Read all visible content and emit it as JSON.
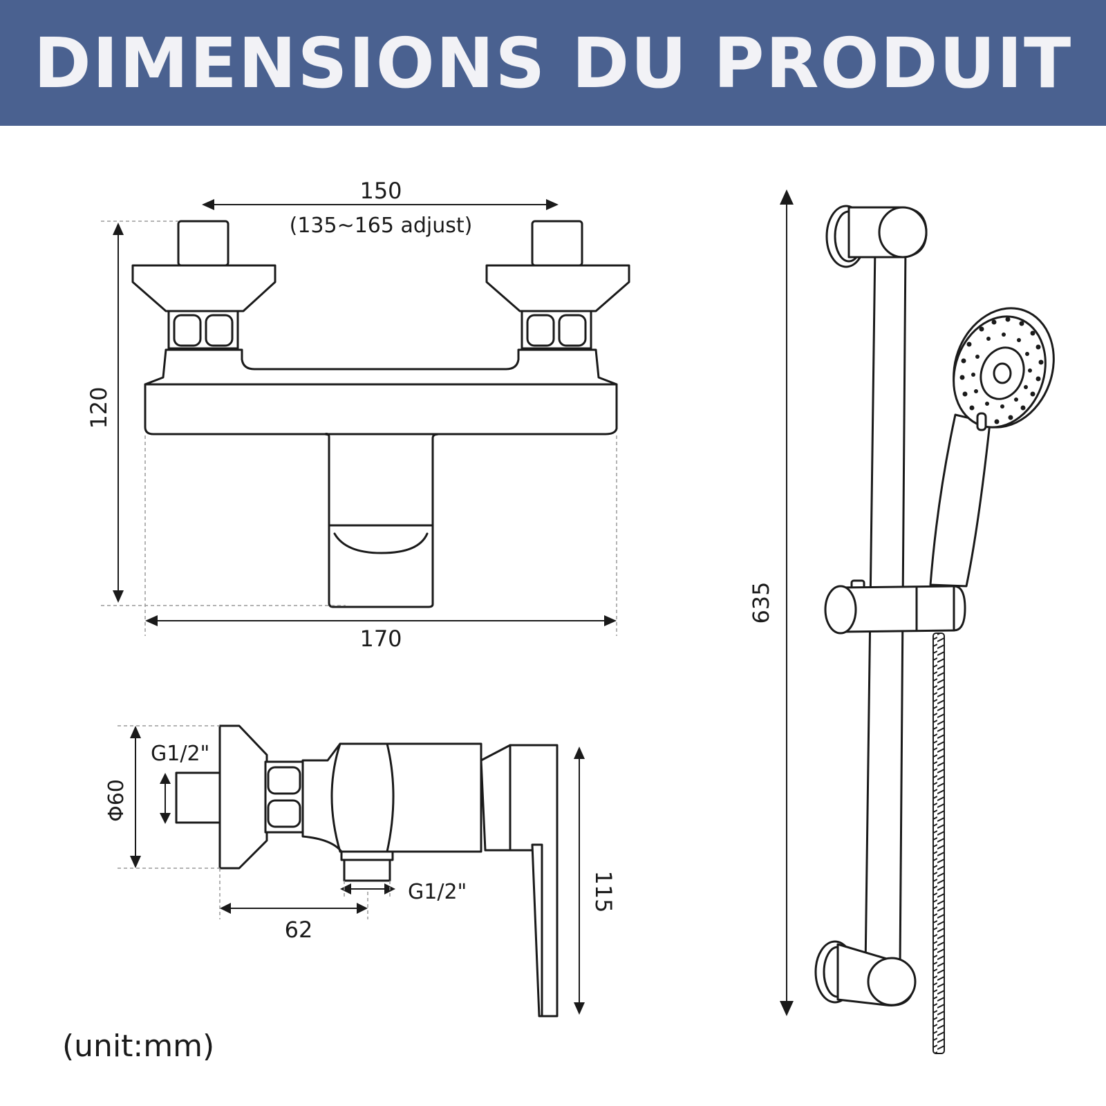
{
  "header": {
    "title": "DIMENSIONS DU PRODUIT"
  },
  "front_view": {
    "width_top": "150",
    "width_top_note": "(135~165 adjust)",
    "height": "120",
    "width_bottom": "170"
  },
  "side_view": {
    "thread_top": "G1/2\"",
    "diameter": "Φ60",
    "thread_bottom": "G1/2\"",
    "depth": "62",
    "height": "115"
  },
  "shower_rail": {
    "length": "635"
  },
  "footer": {
    "unit_note": "(unit:mm)"
  },
  "colors": {
    "banner": "#4a6190",
    "banner_text": "#f2f2f6",
    "line": "#1a1a1a"
  }
}
